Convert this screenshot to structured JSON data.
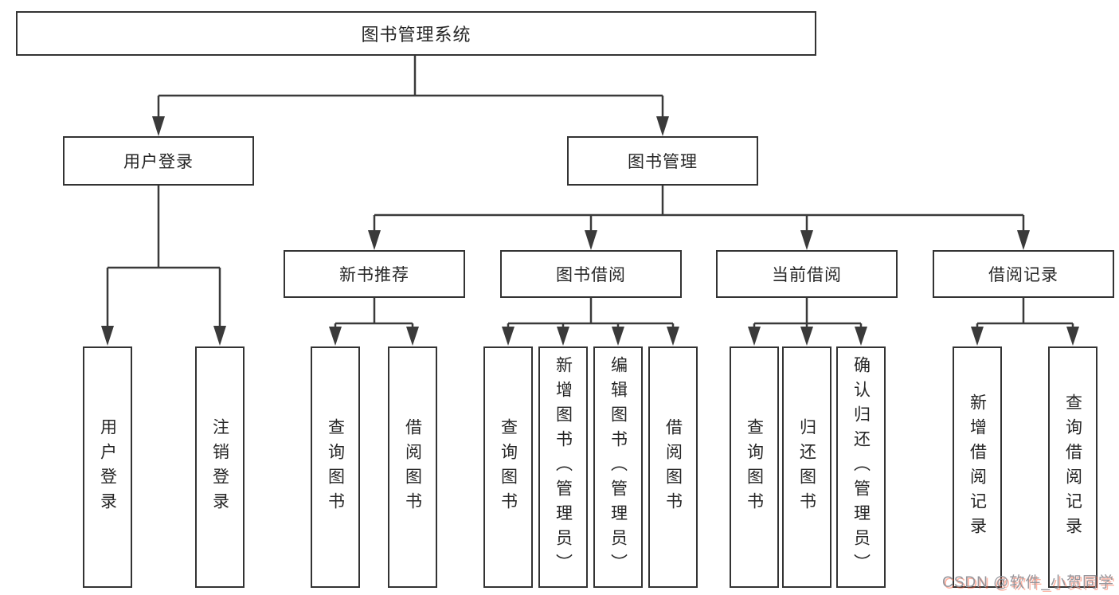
{
  "diagram": {
    "type": "tree",
    "title": "图书管理系统",
    "nodes": {
      "root": {
        "label": "图书管理系统",
        "level": 0
      },
      "login": {
        "label": "用户登录",
        "level": 1
      },
      "manage": {
        "label": "图书管理",
        "level": 1
      },
      "rec": {
        "label": "新书推荐",
        "level": 2
      },
      "borrow": {
        "label": "图书借阅",
        "level": 2
      },
      "current": {
        "label": "当前借阅",
        "level": 2
      },
      "records": {
        "label": "借阅记录",
        "level": 2
      },
      "user_login": {
        "label": "用户登录",
        "level": 3
      },
      "logout": {
        "label": "注销登录",
        "level": 3
      },
      "rec_query": {
        "label": "查询图书",
        "level": 3
      },
      "rec_borrow": {
        "label": "借阅图书",
        "level": 3
      },
      "b_query": {
        "label": "查询图书",
        "level": 3
      },
      "b_add": {
        "label": "新增图书（管理员）",
        "level": 3
      },
      "b_edit": {
        "label": "编辑图书（管理员）",
        "level": 3
      },
      "b_borrow": {
        "label": "借阅图书",
        "level": 3
      },
      "c_query": {
        "label": "查询图书",
        "level": 3
      },
      "c_return": {
        "label": "归还图书",
        "level": 3
      },
      "c_confirm": {
        "label": "确认归还（管理员）",
        "level": 3
      },
      "r_add": {
        "label": "新增借阅记录",
        "level": 3
      },
      "r_query": {
        "label": "查询借阅记录",
        "level": 3
      }
    },
    "structure": {
      "root": [
        "login",
        "manage"
      ],
      "login": [
        "user_login",
        "logout"
      ],
      "manage": [
        "rec",
        "borrow",
        "current",
        "records"
      ],
      "rec": [
        "rec_query",
        "rec_borrow"
      ],
      "borrow": [
        "b_query",
        "b_add",
        "b_edit",
        "b_borrow"
      ],
      "current": [
        "c_query",
        "c_return",
        "c_confirm"
      ],
      "records": [
        "r_add",
        "r_query"
      ]
    },
    "colors": {
      "background": "#ffffff",
      "box_border": "#333333",
      "connector": "#3a3a3a",
      "text": "#262626",
      "watermark_gray": "#96969c",
      "watermark_red": "#fc5531"
    }
  },
  "watermark": {
    "text": "CSDN @软件_小贺同学"
  }
}
